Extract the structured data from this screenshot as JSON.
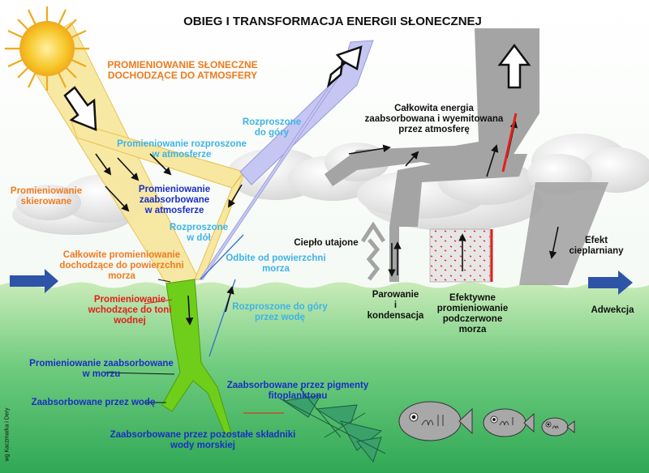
{
  "title": "OBIEG I TRANSFORMACJA ENERGII SŁONECZNEJ",
  "credit": "wg Kaczmarka i Dery",
  "labels": {
    "incoming": "PROMIENIOWANIE SŁONECZNE\nDOCHODZĄCE DO ATMOSFERY",
    "direct": "Promieniowanie\nskierowane",
    "scattered_atm": "Promieniowanie rozproszone\nw atmosferze",
    "absorbed_atm": "Promieniowanie\nzaabsorbowane\nw atmosferze",
    "scattered_up": "Rozproszone\ndo góry",
    "scattered_down": "Rozproszone\nw dół",
    "total_surface": "Całkowite promieniowanie\ndochodzące do powierzchni\nmorza",
    "reflected": "Odbite od powierzchni\nmorza",
    "entering": "Promieniowanie\nwchodzące do toni\nwodnej",
    "scattered_water": "Rozproszone do góry\nprzez wodę",
    "absorbed_sea": "Promieniowanie zaabsorbowane\nw morzu",
    "absorbed_water": "Zaabsorbowane przez wodę",
    "absorbed_phyto": "Zaabsorbowane przez pigmenty\nfitoplanktonu",
    "absorbed_other": "Zaabsorbowane przez pozostałe składniki\nwody morskiej",
    "total_atm": "Całkowita energia\nzaabsorbowana i wyemitowana\nprzez atmosferę",
    "latent_heat": "Ciepło utajone",
    "evaporation": "Parowanie\ni\nkondensacja",
    "effective_ir": "Efektywne\npromieniowanie\npodczerwone\nmorza",
    "greenhouse": "Efekt\ncieplarniany",
    "advection": "Adwekcja"
  },
  "colors": {
    "sun": "#f6c629",
    "solar_beam": "#f7e7a0",
    "atmosphere_beam": "#b9b9ee",
    "water_beam": "#6fce1a",
    "earth_flux": "#a4a4a4",
    "sea": "#5bbf70",
    "arrow_advection": "#2e54a8"
  },
  "icons": {
    "sun": "sun-icon",
    "fish": "fish-icon",
    "plankton": "plankton-icon",
    "cloud": "cloud-icon"
  }
}
